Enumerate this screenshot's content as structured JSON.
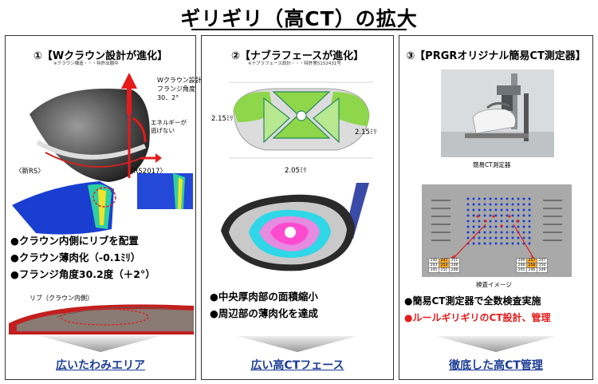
{
  "title": "ギリギリ（高CT）の拡大",
  "panels": [
    {
      "heading": "①【Wクラウン設計が進化】",
      "note": "※クラウン構造・・・特許出願中",
      "callout_lines": [
        "Wクラウン設計",
        "フランジ角度",
        "30．2°"
      ],
      "energy_lines": [
        "エネルギーが",
        "逃げない"
      ],
      "label_new": "〈新RS〉",
      "label_old": "〈RS2017〉",
      "bullets": [
        "●クラウン内側にリブを配置",
        "●クラウン薄肉化（-0.1ﾐﾘ）",
        "●フランジ角度30.2度（＋2°）"
      ],
      "rib_label": "リブ（クラウン内側）",
      "conclusion": "広いたわみエリア"
    },
    {
      "heading": "②【ナブラフェースが進化】",
      "note": "※ナブラフェース設計・・・特許第5152431号",
      "dims": [
        "2.15ﾐﾘ",
        "2.15ﾐﾘ",
        "2.05ﾐﾘ"
      ],
      "bullets": [
        "●中央厚肉部の面積縮小",
        "●周辺部の薄肉化を達成"
      ],
      "conclusion": "広い高CTフェース"
    },
    {
      "heading": "③【PRGRオリジナル簡易CT測定器】",
      "caption1": "簡易CT測定器",
      "caption2": "検査イメージ",
      "table_left": [
        [
          "240",
          "247",
          "251"
        ],
        [
          "243",
          "253",
          "248"
        ],
        [
          "245",
          "251",
          "248"
        ]
      ],
      "table_right": [
        [
          "249",
          "257",
          "247"
        ],
        [
          "248",
          "258",
          "250"
        ],
        [
          "245",
          "246",
          "249"
        ]
      ],
      "bullets": [
        "●簡易CT測定器で全数検査実施",
        "●ルールギリギリのCT設計、管理"
      ],
      "conclusion": "徹底した高CT管理"
    }
  ],
  "colors": {
    "conclusion": "#1c3c96",
    "accent_red": "#e31b1b",
    "face_green": "#8ed64a",
    "fea_blue": "#1a3fd0"
  }
}
